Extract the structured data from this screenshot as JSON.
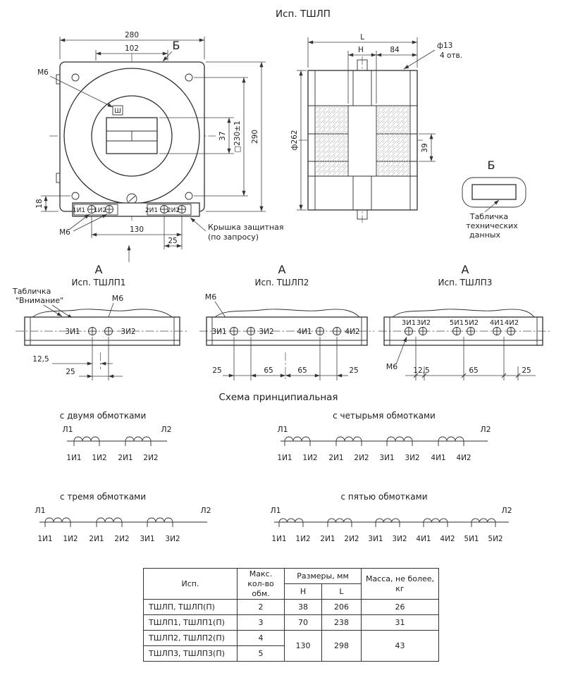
{
  "page_title": "Исп. ТШЛП",
  "front_view": {
    "dim_width": "280",
    "dim_inner_width": "102",
    "view_b_label": "Б",
    "m6_top": "M6",
    "ground_label": "Ш",
    "dim_37": "37",
    "dim_square": "□230±1",
    "dim_height": "290",
    "dim_18": "18",
    "terminals": [
      "1И1",
      "1И2",
      "2И1",
      "2И2"
    ],
    "m6_bottom": "M6",
    "dim_130": "130",
    "dim_25": "25",
    "cover_note_line1": "Крышка защитная",
    "cover_note_line2": "(по запросу)"
  },
  "side_view": {
    "dim_length": "L",
    "dim_h": "H",
    "dim_84": "84",
    "dim_hole_dia": "ф13",
    "dim_hole_count": "4 отв.",
    "dim_outer_dia": "ф262",
    "dim_39": "39"
  },
  "detail_b": {
    "label": "Б",
    "note_line1": "Табличка",
    "note_line2": "технических",
    "note_line3": "данных"
  },
  "sections": [
    {
      "view_label": "А",
      "title": "Исп. ТШЛП1",
      "plate_note_line1": "Табличка",
      "plate_note_line2": "\"Внимание\"",
      "m6": "M6",
      "terminals": [
        "3И1",
        "3И2"
      ],
      "dims": [
        "12,5",
        "25"
      ]
    },
    {
      "view_label": "А",
      "title": "Исп. ТШЛП2",
      "m6": "M6",
      "terminals": [
        "3И1",
        "3И2",
        "4И1",
        "4И2"
      ],
      "dims": [
        "25",
        "65",
        "65",
        "25"
      ]
    },
    {
      "view_label": "А",
      "title": "Исп. ТШЛП3",
      "m6": "M6",
      "terminals": [
        "3И1",
        "3И2",
        "5И1",
        "5И2",
        "4И1",
        "4И2"
      ],
      "dims": [
        "12,5",
        "65",
        "25"
      ]
    }
  ],
  "schematic": {
    "title": "Схема принципиальная",
    "diagrams": [
      {
        "caption": "с двумя обмотками",
        "left_terminal": "Л1",
        "right_terminal": "Л2",
        "terminals": [
          "1И1",
          "1И2",
          "2И1",
          "2И2"
        ]
      },
      {
        "caption": "с четырьмя обмотками",
        "left_terminal": "Л1",
        "right_terminal": "Л2",
        "terminals": [
          "1И1",
          "1И2",
          "2И1",
          "2И2",
          "3И1",
          "3И2",
          "4И1",
          "4И2"
        ]
      },
      {
        "caption": "с тремя обмотками",
        "left_terminal": "Л1",
        "right_terminal": "Л2",
        "terminals": [
          "1И1",
          "1И2",
          "2И1",
          "2И2",
          "3И1",
          "3И2"
        ]
      },
      {
        "caption": "с пятью обмотками",
        "left_terminal": "Л1",
        "right_terminal": "Л2",
        "terminals": [
          "1И1",
          "1И2",
          "2И1",
          "2И2",
          "3И1",
          "3И2",
          "4И1",
          "4И2",
          "5И1",
          "5И2"
        ]
      }
    ]
  },
  "spec_table": {
    "col_model": "Исп.",
    "col_windings": "Макс. кол-во обм.",
    "col_dimensions": "Размеры, мм",
    "col_h": "H",
    "col_l": "L",
    "col_mass": "Масса, не более, кг",
    "rows": [
      {
        "model": "ТШЛП, ТШЛП(П)",
        "windings": "2",
        "h": "38",
        "l": "206",
        "mass": "26"
      },
      {
        "model": "ТШЛП1, ТШЛП1(П)",
        "windings": "3",
        "h": "70",
        "l": "238",
        "mass": "31"
      },
      {
        "model": "ТШЛП2, ТШЛП2(П)",
        "windings": "4",
        "h": "130",
        "l": "298",
        "mass": "43"
      },
      {
        "model": "ТШЛП3, ТШЛП3(П)",
        "windings": "5"
      }
    ]
  }
}
